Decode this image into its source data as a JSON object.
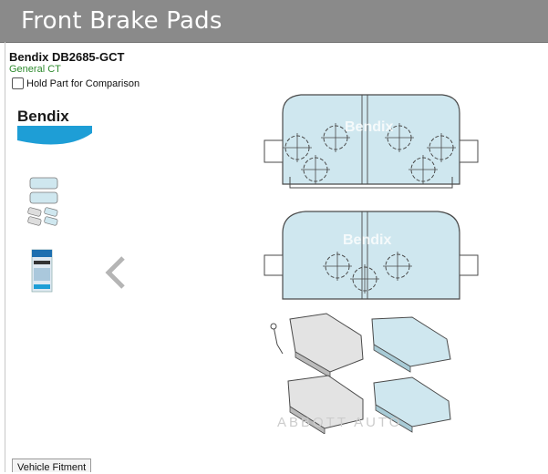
{
  "header": {
    "title": "Front Brake Pads"
  },
  "product": {
    "name": "Bendix DB2685-GCT",
    "range": "General CT",
    "hold_label": "Hold Part for Comparison"
  },
  "brand": {
    "logo_text": "Bendix",
    "accent": "#1e9ed6"
  },
  "gallery": {
    "prev_icon": "chevron-left-icon",
    "watermark": "ABBOTT AUTO"
  },
  "tabs": {
    "fitment_label": "Vehicle Fitment"
  },
  "colors": {
    "header_bg": "#8a8a8a",
    "pad_fill": "#cfe7ef",
    "pad_stroke": "#4a4a4a",
    "range_text": "#2e8b2e"
  }
}
